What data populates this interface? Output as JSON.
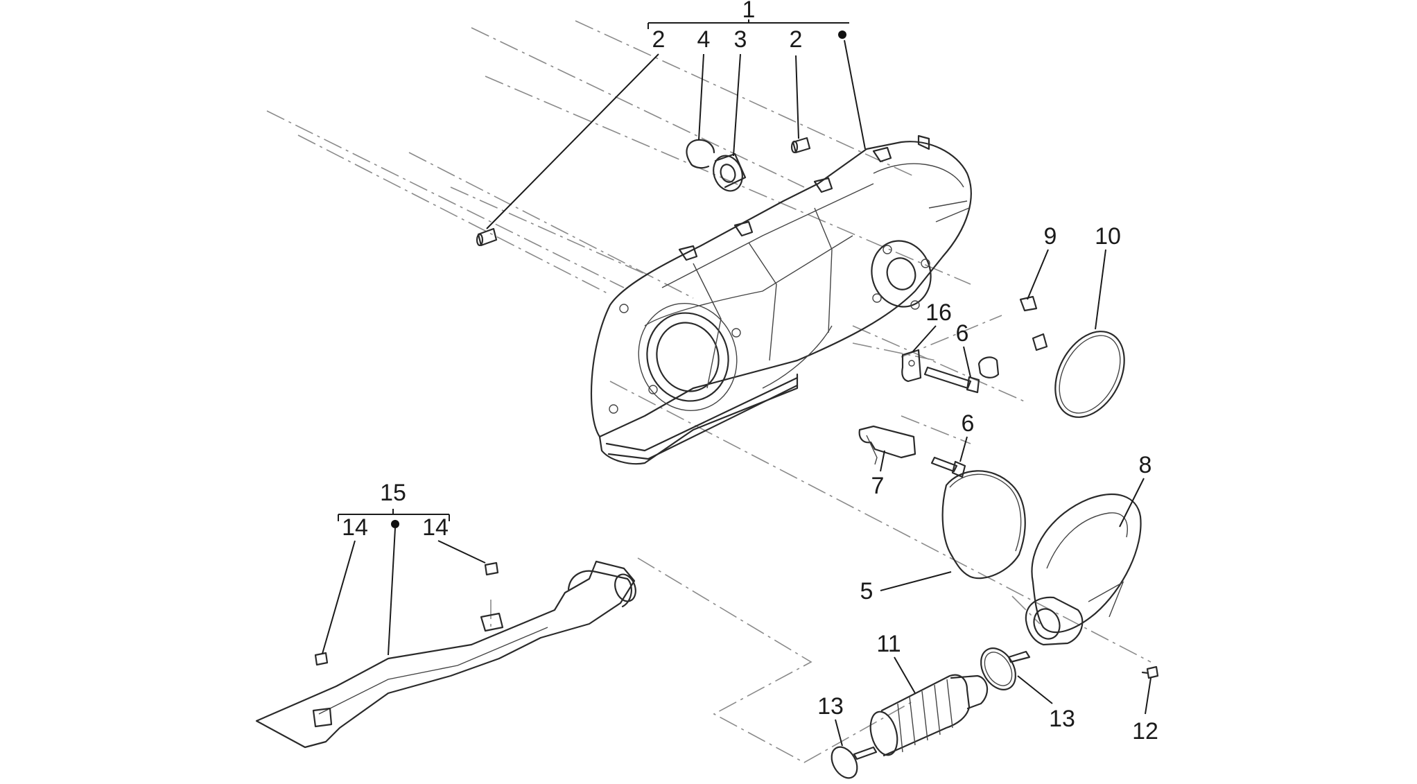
{
  "diagram": {
    "callouts": {
      "c1": "1",
      "c2a": "2",
      "c4": "4",
      "c3": "3",
      "c2b": "2",
      "c9": "9",
      "c10": "10",
      "c16": "16",
      "c6a": "6",
      "c6b": "6",
      "c7": "7",
      "c8": "8",
      "c5": "5",
      "c15": "15",
      "c14a": "14",
      "c14b": "14",
      "c11": "11",
      "c13a": "13",
      "c13b": "13",
      "c12": "12"
    }
  }
}
